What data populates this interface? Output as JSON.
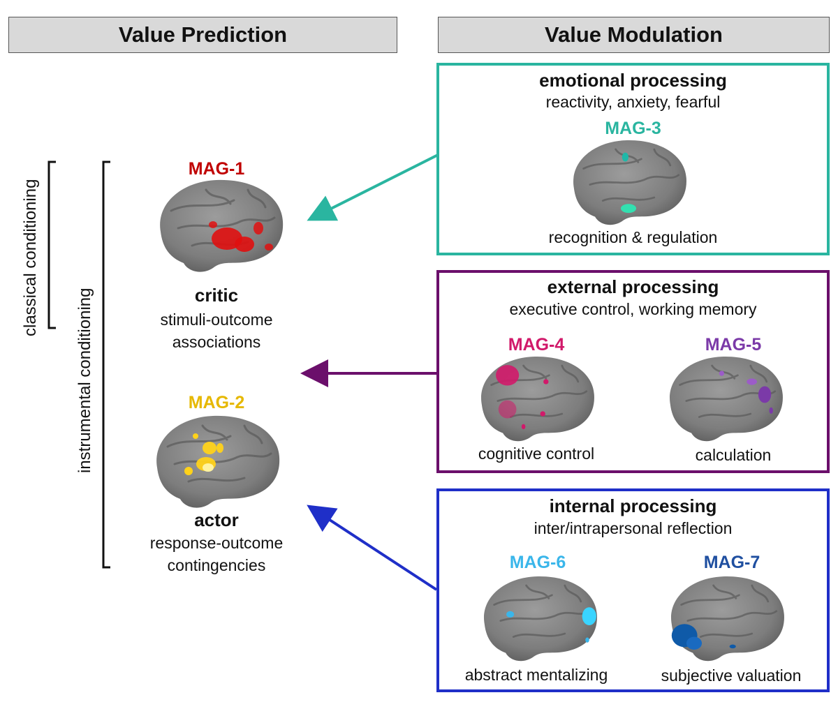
{
  "headers": {
    "left": "Value Prediction",
    "right": "Value Modulation"
  },
  "side_labels": {
    "classical": "classical conditioning",
    "instrumental": "instrumental conditioning"
  },
  "prediction": {
    "mag1": {
      "label": "MAG-1",
      "color": "#c00000",
      "role": "critic",
      "desc1": "stimuli-outcome",
      "desc2": "associations"
    },
    "mag2": {
      "label": "MAG-2",
      "color": "#e6b800",
      "role": "actor",
      "desc1": "response-outcome",
      "desc2": "contingencies"
    }
  },
  "emotional": {
    "color": "#2ab5a0",
    "title": "emotional processing",
    "subtitle": "reactivity, anxiety, fearful",
    "mag": "MAG-3",
    "mag_color": "#2ab5a0",
    "caption": "recognition & regulation"
  },
  "external": {
    "color": "#6b0f6b",
    "title": "external processing",
    "subtitle": "executive control, working memory",
    "mag_a": "MAG-4",
    "mag_a_color": "#d1196a",
    "caption_a": "cognitive control",
    "mag_b": "MAG-5",
    "mag_b_color": "#7b3aa8",
    "caption_b": "calculation"
  },
  "internal": {
    "color": "#1f2fc8",
    "title": "internal processing",
    "subtitle": "inter/intrapersonal reflection",
    "mag_a": "MAG-6",
    "mag_a_color": "#3ab6ea",
    "caption_a": "abstract mentalizing",
    "mag_b": "MAG-7",
    "mag_b_color": "#1f4fa0",
    "caption_b": "subjective valuation"
  }
}
